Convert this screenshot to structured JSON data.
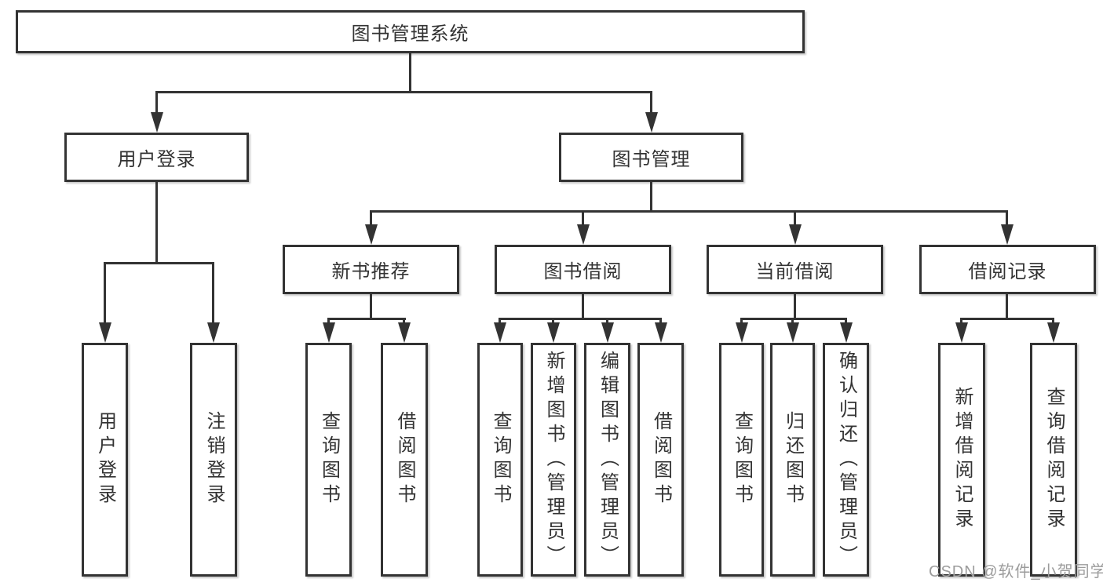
{
  "diagram": {
    "root": {
      "label": "图书管理系统"
    },
    "level2": [
      {
        "label": "用户登录"
      },
      {
        "label": "图书管理"
      }
    ],
    "level3": [
      {
        "label": "新书推荐"
      },
      {
        "label": "图书借阅"
      },
      {
        "label": "当前借阅"
      },
      {
        "label": "借阅记录"
      }
    ],
    "leaves": [
      {
        "label": "用户登录"
      },
      {
        "label": "注销登录"
      },
      {
        "label": "查询图书"
      },
      {
        "label": "借阅图书"
      },
      {
        "label": "查询图书"
      },
      {
        "label": "新增图书（管理员）"
      },
      {
        "label": "编辑图书（管理员）"
      },
      {
        "label": "借阅图书"
      },
      {
        "label": "查询图书"
      },
      {
        "label": "归还图书"
      },
      {
        "label": "确认归还（管理员）"
      },
      {
        "label": "新增借阅记录"
      },
      {
        "label": "查询借阅记录"
      }
    ]
  },
  "watermark": "CSDN @软件_小贺同学",
  "colors": {
    "line": "#333333",
    "text": "#333333",
    "watermark": "#9c9c9c",
    "background": "#ffffff"
  }
}
